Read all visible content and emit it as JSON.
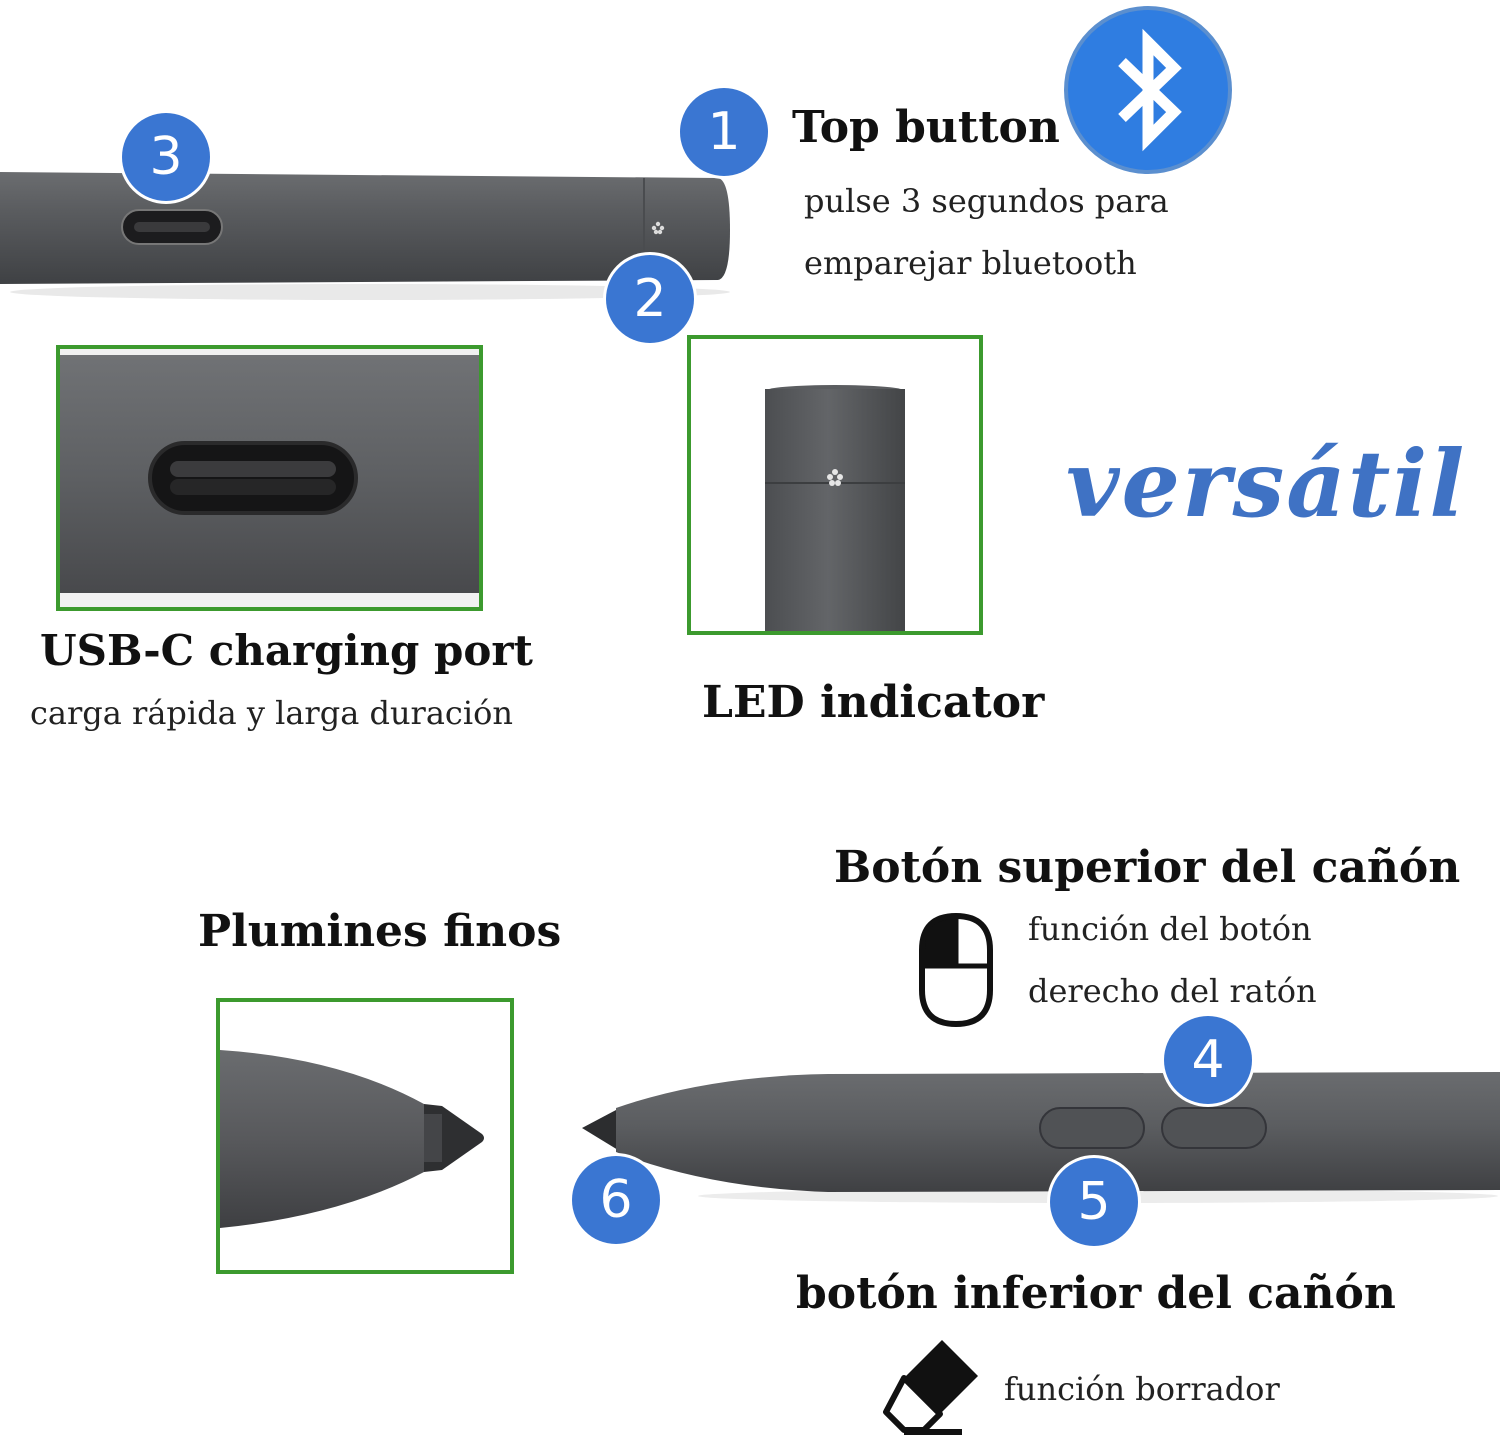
{
  "features": {
    "top_button": {
      "number": "1",
      "title": "Top button",
      "desc_line1": "pulse 3 segundos para",
      "desc_line2": "emparejar bluetooth"
    },
    "led": {
      "number": "2",
      "title": "LED indicator"
    },
    "usb": {
      "number": "3",
      "title": "USB-C charging port",
      "desc": "carga rápida y larga duración"
    },
    "barrel_top": {
      "number": "4",
      "title": "Botón superior del cañón",
      "desc_line1": "función del botón",
      "desc_line2": "derecho del ratón"
    },
    "barrel_bottom": {
      "number": "5",
      "title": "botón inferior del cañón",
      "desc": "función borrador"
    },
    "tip": {
      "number": "6",
      "title": "Plumines finos"
    }
  },
  "tagline": "versátil",
  "icons": {
    "bluetooth": "bluetooth-icon",
    "mouse": "mouse-icon",
    "eraser": "eraser-icon"
  },
  "colors": {
    "badge": "#3a76d2",
    "frame": "#3c9a2e",
    "pen": "#5a5c5f",
    "tagline": "#3f72c4"
  }
}
